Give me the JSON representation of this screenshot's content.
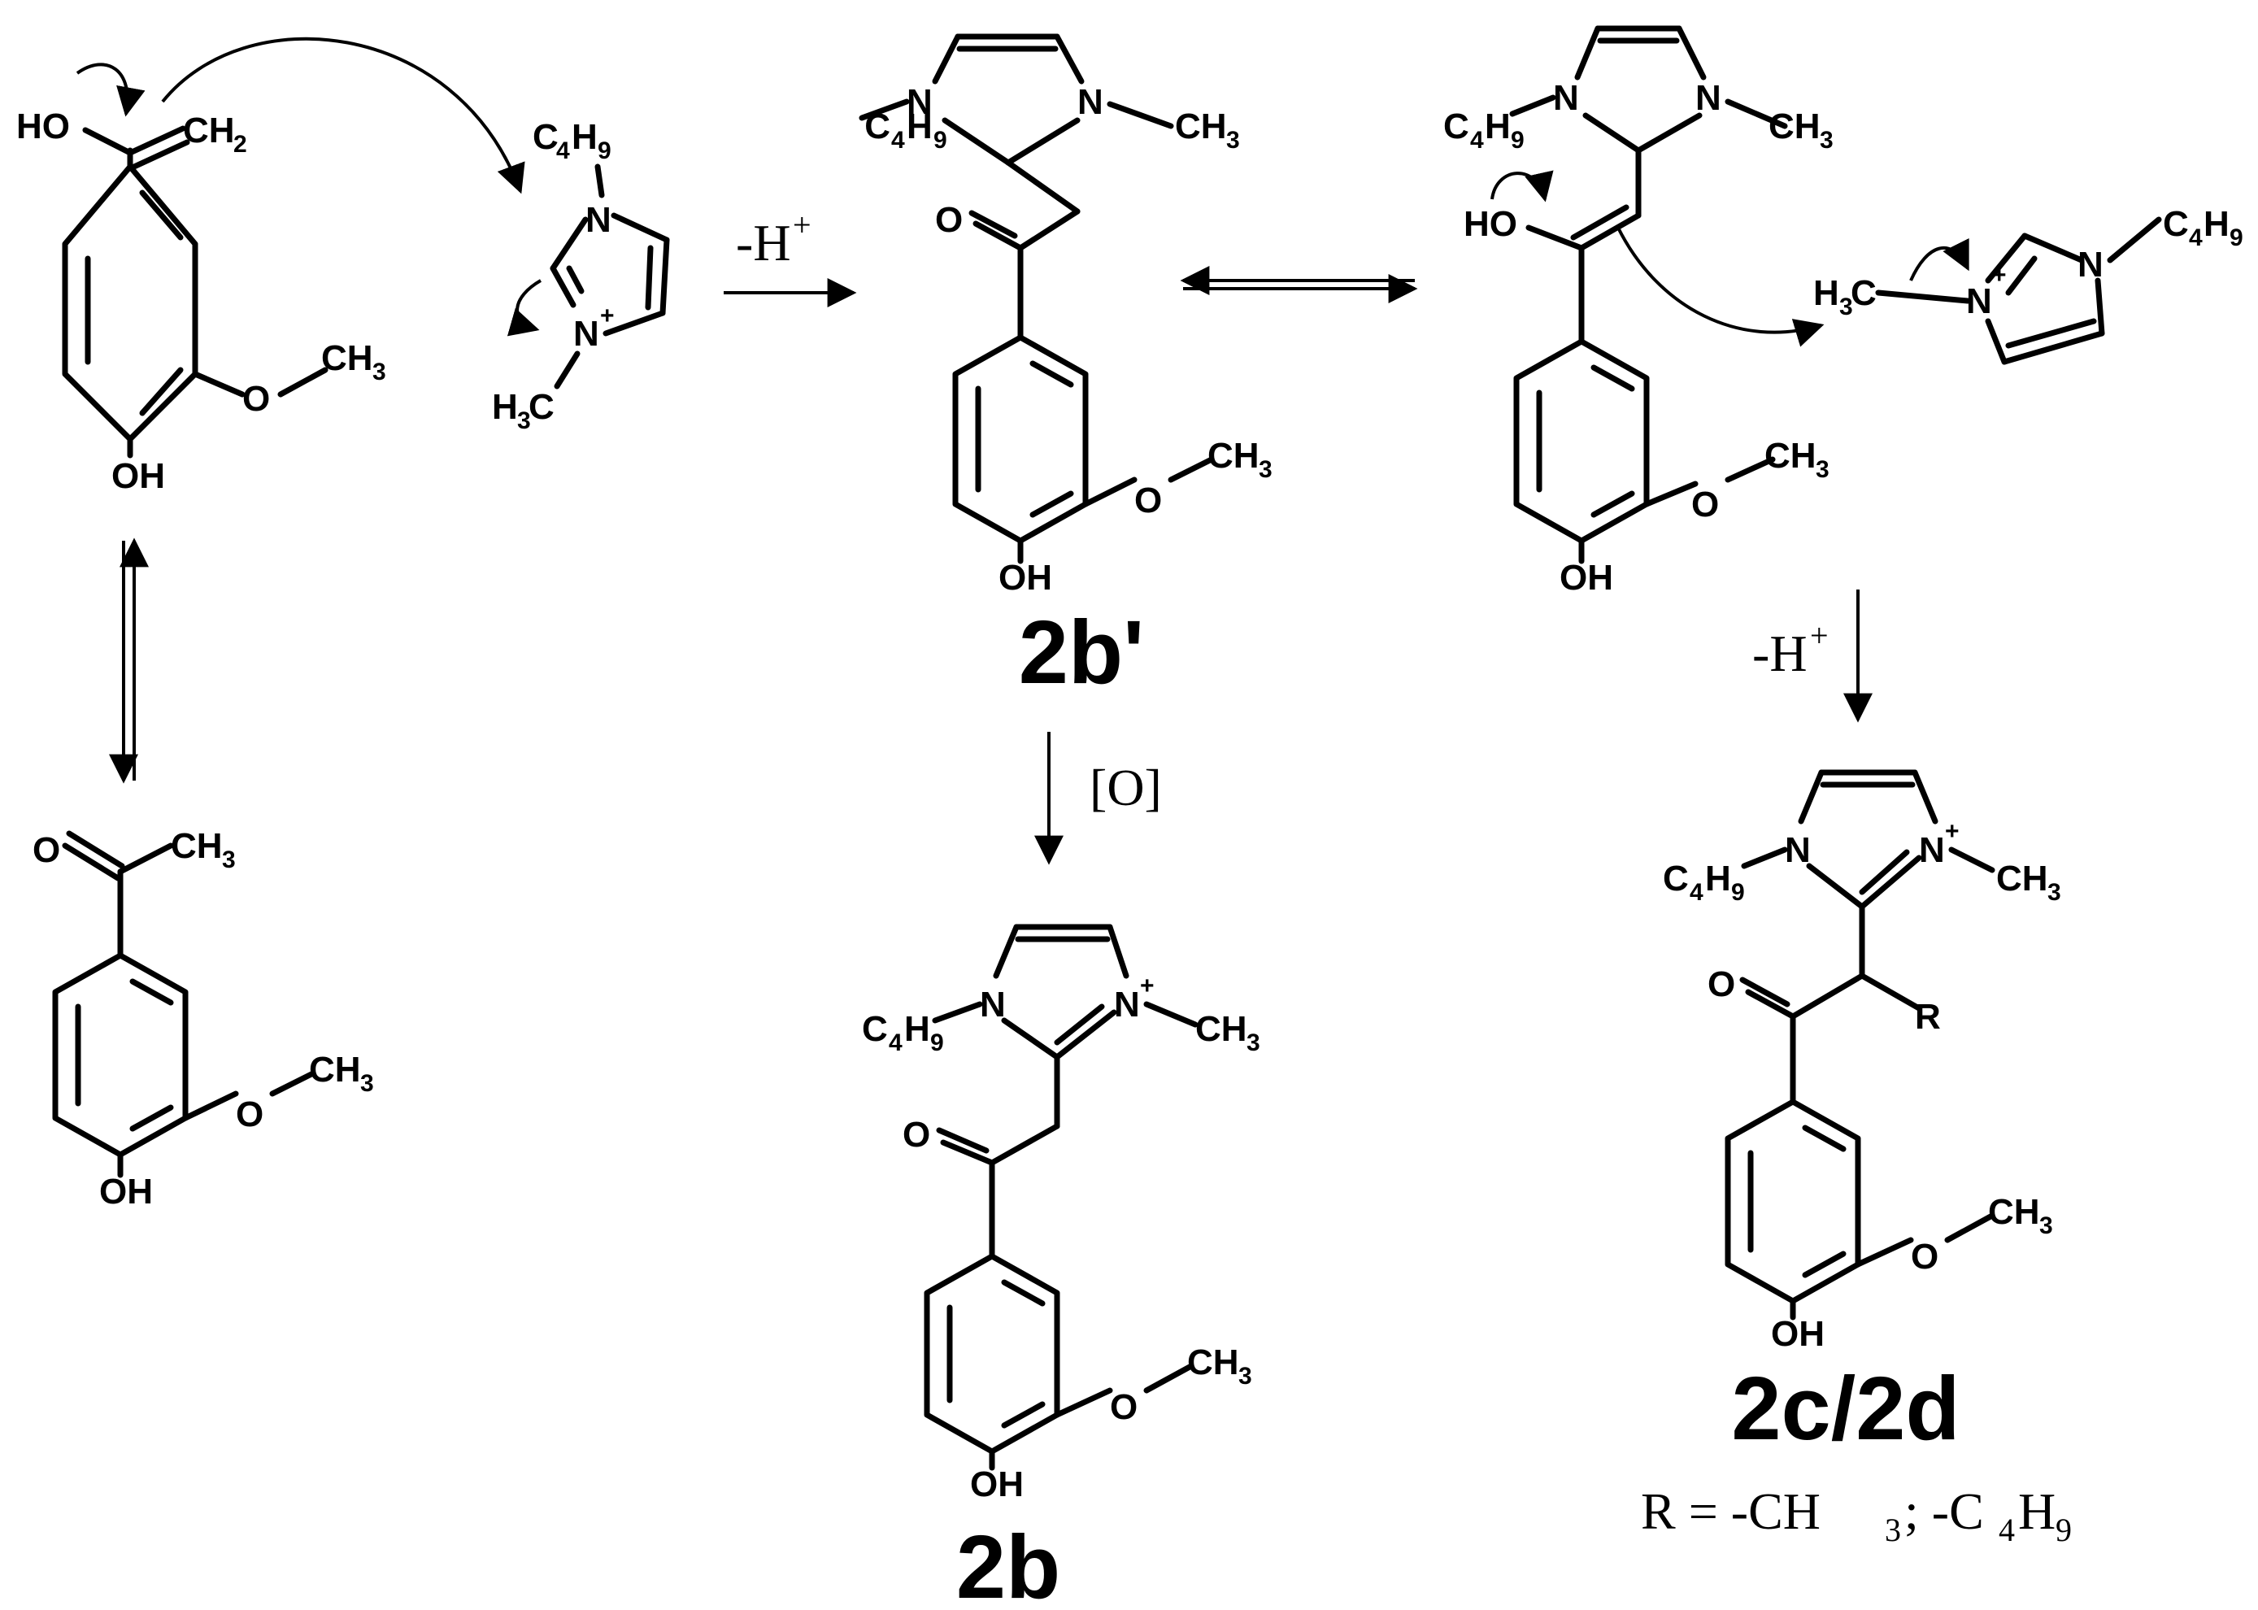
{
  "atoms": {
    "OH": "OH",
    "HO": "HO",
    "O": "O",
    "N": "N",
    "R": "R",
    "CH2": "CH",
    "CH3": "CH",
    "H3C": "H",
    "C4H9": "C",
    "sub2": "2",
    "sub3": "3",
    "sub4": "4",
    "sub9": "9",
    "H": "H",
    "C": "C",
    "plus": "+"
  },
  "conditions": {
    "deprotonation": "-H",
    "deprotonation_sup": "+",
    "oxidation": "[O]"
  },
  "compounds": {
    "2b_prime": "2b'",
    "2b": "2b",
    "2c_2d": "2c/2d"
  },
  "footnote": {
    "R": "R = -CH",
    "sub3": "3",
    "mid": "; -C",
    "sub4": "4",
    "H": "H",
    "sub9": "9"
  }
}
